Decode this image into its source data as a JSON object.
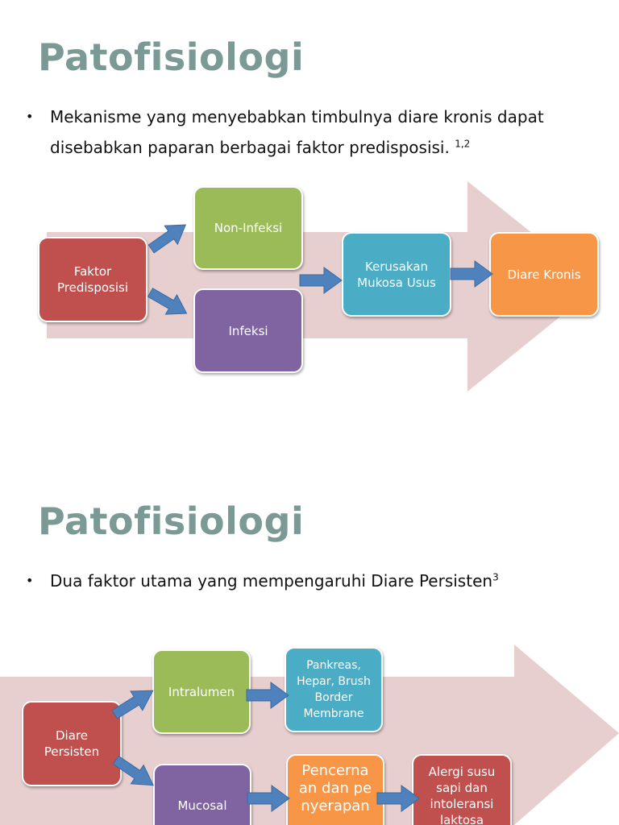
{
  "slides": [
    {
      "title": "Patofisiologi",
      "bullet": {
        "text": "Mekanisme yang menyebabkan timbulnya diare kronis dapat disebabkan paparan berbagai faktor predisposisi.",
        "superscript": "1,2"
      },
      "diagram": {
        "nodes": {
          "faktor": "Faktor Predisposisi",
          "non_infeksi": "Non-Infeksi",
          "infeksi": "Infeksi",
          "kerusakan": "Kerusakan Mukosa Usus",
          "diare_kronis": "Diare Kronis"
        }
      }
    },
    {
      "title": "Patofisiologi",
      "bullet": {
        "text": "Dua faktor utama yang mempengaruhi Diare Persisten",
        "superscript": "3"
      },
      "diagram": {
        "nodes": {
          "diare_persisten": "Diare Persisten",
          "intralumen": "Intralumen",
          "pankreas": "Pankreas, Hepar, Brush Border Membrane",
          "mucosal": "Mucosal",
          "pencernaan": "Pencernaan dan penyerapan",
          "alergi": "Alergi susu sapi dan intoleransi laktosa"
        }
      }
    }
  ],
  "colors": {
    "title": "#7b9a95",
    "red": "#c0504d",
    "green": "#9bbb59",
    "purple": "#8064a2",
    "teal": "#4bacc6",
    "orange": "#f79646",
    "connector": "#4f81bd",
    "background_arrow": "#e8cfcf"
  }
}
